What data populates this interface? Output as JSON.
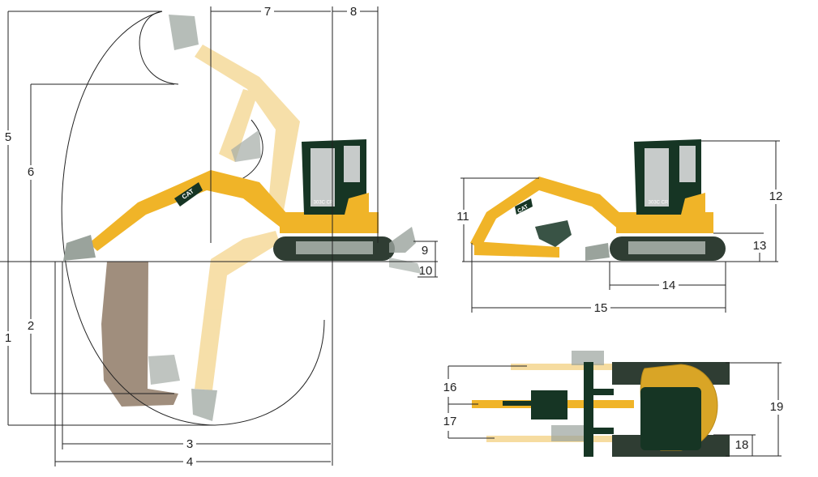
{
  "diagram": {
    "title": "Mini excavator dimensions",
    "model_badge": "303C CR",
    "brand_logo": "CAT",
    "side_reach_view": {
      "dimension_labels": [
        "1",
        "2",
        "3",
        "4",
        "5",
        "6",
        "7",
        "8",
        "9",
        "10"
      ]
    },
    "side_view": {
      "dimension_labels": [
        "11",
        "12",
        "13",
        "14",
        "15"
      ]
    },
    "top_view": {
      "dimension_labels": [
        "16",
        "17",
        "18",
        "19"
      ]
    },
    "colors": {
      "machine": "#f0b428",
      "machine_ghost": "#f6dca0",
      "cab": "#163524",
      "track": "#2f3d33",
      "soil": "#8f7a66"
    }
  }
}
